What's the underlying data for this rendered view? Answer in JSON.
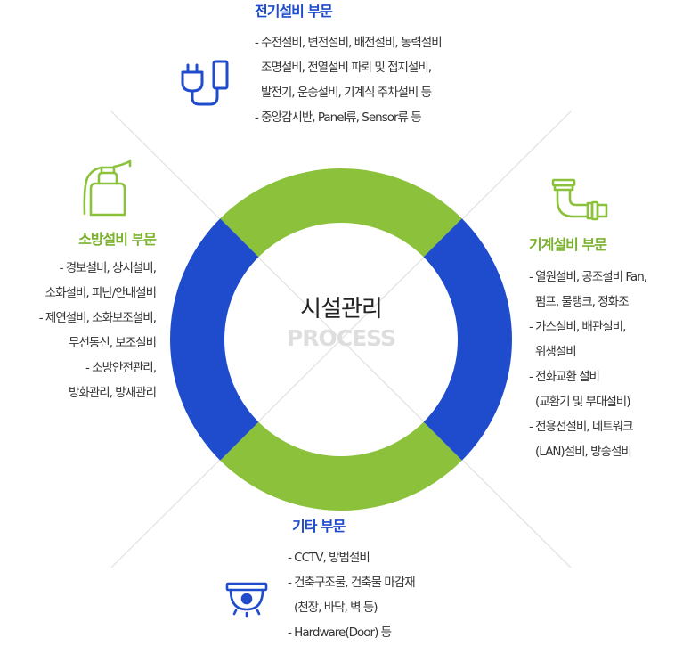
{
  "colors": {
    "blue": "#1f4ccc",
    "green": "#8cc23b",
    "line": "#e3e3e3",
    "title_blue": "#1f4ccc",
    "title_green": "#7ab22e"
  },
  "center": {
    "title": "시설관리",
    "subtitle": "PROCESS"
  },
  "sections": {
    "electrical": {
      "title": "전기설비 부문",
      "icon": "plug-icon",
      "items": [
        [
          "- 수전설비, 변전설비, 배전설비, 동력설비",
          "조명설비, 전열설비 파뢰 및 접지설비,",
          "발전기, 운송설비, 기계식 주차설비 등"
        ],
        [
          "- 중앙감시반, Panel류, Sensor류 등"
        ]
      ]
    },
    "fire": {
      "title": "소방설비 부문",
      "icon": "fire-extinguisher-icon",
      "items": [
        [
          "- 경보설비, 상시설비,",
          "소화설비, 피난/안내설비"
        ],
        [
          "- 제연설비, 소화보조설비,",
          "무선통신, 보조설비"
        ],
        [
          "- 소방안전관리,",
          "방화관리, 방재관리"
        ]
      ]
    },
    "mechanical": {
      "title": "기계설비 부문",
      "icon": "pipe-icon",
      "items": [
        [
          "- 열원설비, 공조설비 Fan,",
          "펌프, 물탱크, 정화조"
        ],
        [
          "- 가스설비, 배관설비,",
          "위생설비"
        ],
        [
          "- 전화교환 설비",
          "(교환기 및 부대설비)"
        ],
        [
          "- 전용선설비, 네트워크",
          "(LAN)설비, 방송설비"
        ]
      ]
    },
    "other": {
      "title": "기타 부문",
      "icon": "cctv-camera-icon",
      "items": [
        [
          "- CCTV, 방범설비"
        ],
        [
          "- 건축구조물, 건축물 마감재",
          "(천장, 바닥, 벽 등)"
        ],
        [
          "- Hardware(Door) 등"
        ]
      ]
    }
  }
}
